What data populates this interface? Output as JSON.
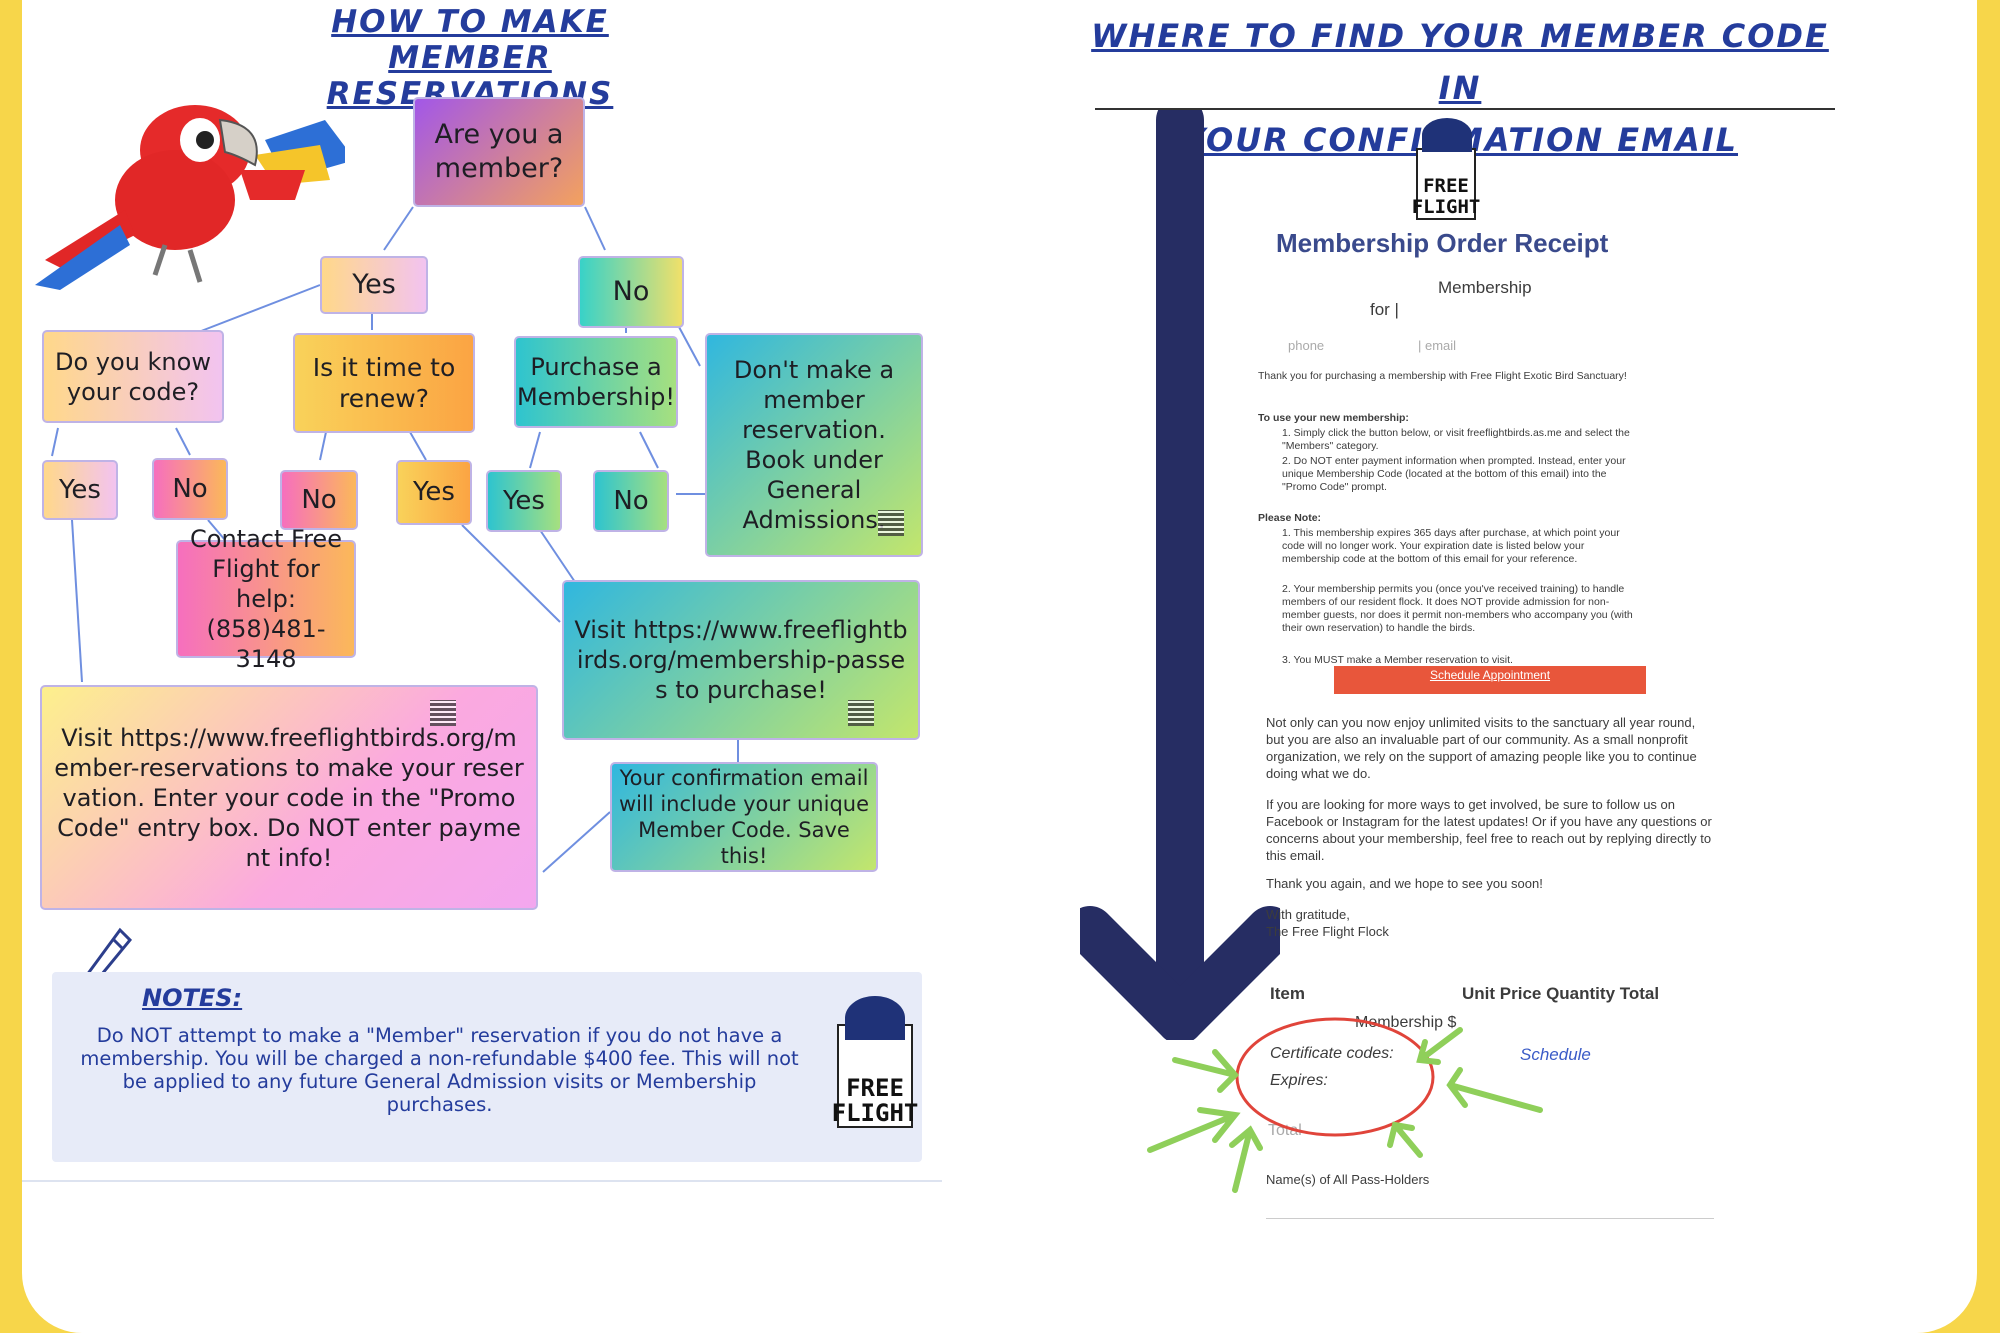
{
  "left_title": {
    "line1": "HOW TO MAKE MEMBER",
    "line2": "RESERVATIONS"
  },
  "right_title": {
    "line1": "WHERE TO FIND YOUR MEMBER CODE IN",
    "line2": "YOUR CONFIRMATION EMAIL"
  },
  "flow": {
    "q_member": "Are you a member?",
    "yes": "Yes",
    "no": "No",
    "q_know_code": "Do you know your code?",
    "q_renew": "Is it time to renew?",
    "purchase": "Purchase a Membership!",
    "dont_reserve": "Don't make a member reservation. Book under General Admissions.",
    "contact": "Contact Free Flight for help: (858)481-3148",
    "visit_purchase": "Visit https://www.freeflightbirds.org/membership-passes to purchase!",
    "visit_reserve": "Visit https://www.freeflightbirds.org/member-reservations to make your reservation. Enter your code in the \"Promo Code\" entry box. Do NOT enter payment info!",
    "confirm_email": "Your confirmation email will include your unique Member Code. Save this!"
  },
  "notes": {
    "heading": "NOTES:",
    "text": "Do NOT attempt to make a \"Member\" reservation if you do not have a membership. You will be charged a non-refundable $400 fee. This will not be applied to any future General Admission visits or Membership purchases."
  },
  "logo": {
    "line1": "FREE",
    "line2": "FLIGHT"
  },
  "receipt": {
    "title": "Membership Order Receipt",
    "membership": "Membership",
    "for": "for |",
    "phone": "phone",
    "email": "| email",
    "thanks": "Thank you for purchasing a membership with Free Flight Exotic Bird Sanctuary!",
    "use_heading": "To use your new membership:",
    "use_1": "1. Simply click the button below, or visit freeflightbirds.as.me and select the \"Members\" category.",
    "use_2": "2. Do NOT enter payment information when prompted. Instead, enter your unique Membership Code (located at the bottom of this email) into the \"Promo Code\" prompt.",
    "note_heading": "Please Note:",
    "note_1": "1. This membership expires 365 days after purchase, at which point your code will no longer work. Your expiration date is listed below your membership code at the bottom of this email for your reference.",
    "note_2": "2. Your membership permits you (once you've received training) to handle members of our resident flock. It does NOT provide admission for non-member guests, nor does it permit non-members who accompany you (with their own reservation) to handle the birds.",
    "note_3": "3. You MUST make a Member reservation to visit.",
    "schedule_btn": "Schedule Appointment",
    "para1": "Not only can you now enjoy unlimited visits to the sanctuary all year round, but you are also an invaluable part of our community. As a small nonprofit organization, we rely on the support of amazing people like you to continue doing what we do.",
    "para2": "If you are looking for more ways to get involved, be sure to follow us on Facebook or Instagram for the latest updates! Or if you have any questions or concerns about your membership, feel free to reach out by replying directly to this email.",
    "para3": "Thank you again, and we hope to see you soon!",
    "sign1": "With gratitude,",
    "sign2": "The Free Flight Flock",
    "col_item": "Item",
    "col_rest": "Unit Price Quantity Total",
    "row_membership": "Membership $",
    "cert": "Certificate codes:",
    "expires": "Expires:",
    "schedule_link": "Schedule",
    "total": "Total",
    "names": "Name(s) of All Pass-Holders"
  },
  "colors": {
    "background": "#f7d64a",
    "title": "#243c9c",
    "arrow": "#262d63",
    "circle": "#e0443a",
    "burst": "#8fcf5a",
    "button": "#e8563b"
  }
}
